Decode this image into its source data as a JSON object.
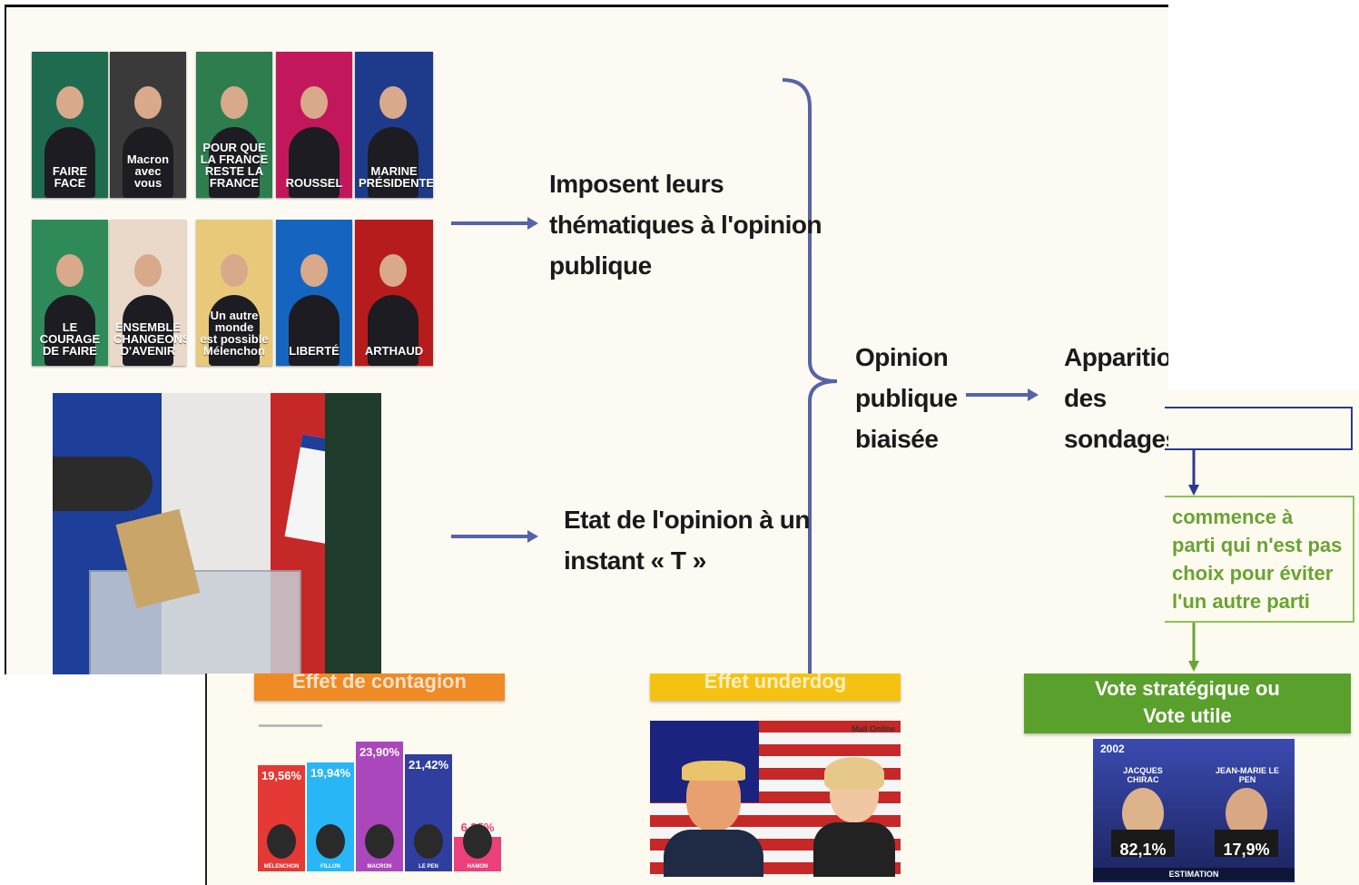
{
  "posters_row1": [
    {
      "text": "FAIRE\nFACE",
      "bg": "#1f6b4f"
    },
    {
      "text": "Macron\navec\nvous",
      "bg": "#3a3a3a"
    },
    {
      "text": "POUR QUE LA FRANCE\nRESTE LA FRANCE",
      "bg": "#2e7d4f"
    },
    {
      "text": "ROUSSEL",
      "bg": "#c2185b"
    },
    {
      "text": "MARINE\nPRÉSIDENTE",
      "bg": "#1e3a8a"
    }
  ],
  "posters_row2": [
    {
      "text": "LE COURAGE\nDE FAIRE",
      "bg": "#2f8a5a"
    },
    {
      "text": "ENSEMBLE\nCHANGEONS\nD'AVENIR",
      "bg": "#ead9c8"
    },
    {
      "text": "Un autre monde\nest possible\nMélenchon",
      "bg": "#e8c97a"
    },
    {
      "text": "LIBERTÉ",
      "bg": "#1565c0"
    },
    {
      "text": "ARTHAUD",
      "bg": "#b71c1c"
    }
  ],
  "text": {
    "impose": [
      "Imposent leurs",
      "thématiques à l'opinion",
      "publique"
    ],
    "etat": [
      "Etat de l'opinion à un",
      "instant « T »"
    ],
    "opinion": [
      "Opinion",
      "publique",
      "biaisée"
    ],
    "apparition": [
      "Apparition",
      "des",
      "sondages"
    ],
    "green": [
      "commence à",
      "parti qui n'est pas",
      "choix pour éviter",
      "l'un autre parti"
    ]
  },
  "effects": {
    "contagion": "Effet de contagion",
    "underdog": "Effet underdog",
    "vote": [
      "Vote stratégique ou",
      "Vote utile"
    ]
  },
  "colors": {
    "arrow": "#5563a8",
    "orange": "#f08a24",
    "yellow": "#f5c211",
    "green": "#5aa02c"
  },
  "bars": [
    {
      "label": "19,56%",
      "value": 19.56,
      "color": "#e53935"
    },
    {
      "label": "19,94%",
      "value": 19.94,
      "color": "#29b6f6"
    },
    {
      "label": "23,90%",
      "value": 23.9,
      "color": "#ab47bc"
    },
    {
      "label": "21,42%",
      "value": 21.42,
      "color": "#303f9f"
    },
    {
      "label": "6,35%",
      "value": 6.35,
      "color": "#ec407a"
    }
  ],
  "bar_names": [
    "MÉLENCHON",
    "FILLON",
    "MACRON",
    "LE PEN",
    "HAMON"
  ],
  "underdog_tag": "Mail Online",
  "result": {
    "logo": "2002",
    "left_name": "JACQUES CHIRAC",
    "left_value": "82,1%",
    "right_name": "JEAN-MARIE LE PEN",
    "right_value": "17,9%",
    "footer": "ESTIMATION"
  }
}
